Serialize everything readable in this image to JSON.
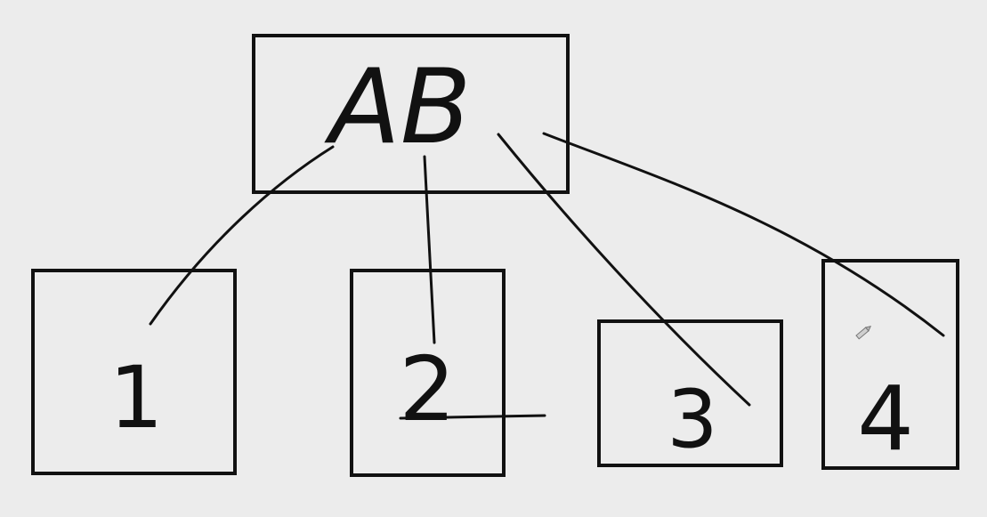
{
  "diagram": {
    "root": {
      "label": "AB"
    },
    "children": [
      {
        "label": "1"
      },
      {
        "label": "2"
      },
      {
        "label": "3"
      },
      {
        "label": "4"
      }
    ],
    "stroke_color": "#111111",
    "background_color": "#ececec",
    "cursor_icon": "pencil-icon"
  }
}
